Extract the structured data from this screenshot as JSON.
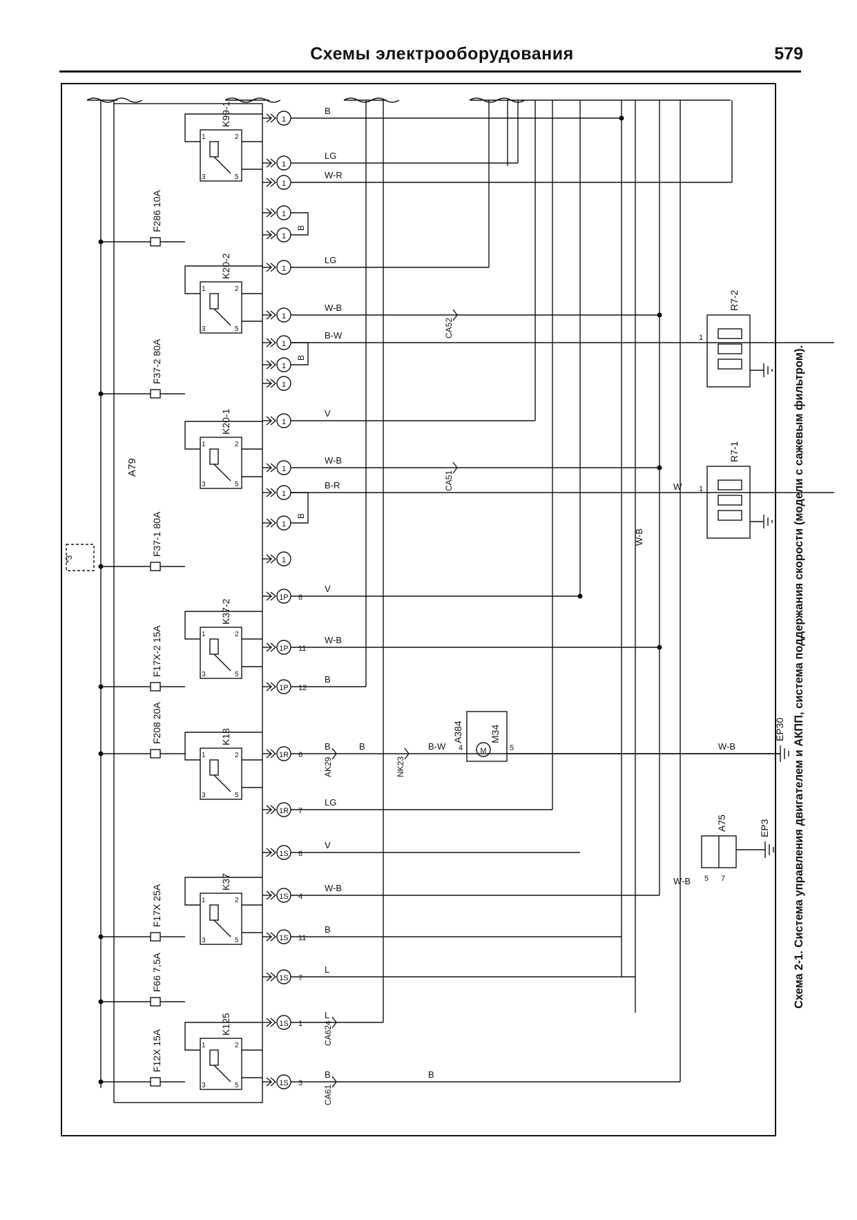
{
  "header": {
    "title": "Схемы электрооборудования",
    "page_number": "579"
  },
  "caption": "Схема 2-1. Система управления двигателем и АКПП, система поддержания скорости (модели с сажевым фильтром).",
  "block": {
    "label": "A79",
    "note": "*3"
  },
  "relays": [
    "K99-1",
    "K20-2",
    "K20-1",
    "K37-2",
    "K18",
    "K37",
    "K125"
  ],
  "relay_pins": {
    "p1": "1",
    "p2": "2",
    "p3": "3",
    "p5": "5"
  },
  "fuses": [
    "F286 10A",
    "F37-2 80A",
    "F37-1 80A",
    "F17X-2 15A",
    "F208 20A",
    "F17X 25A",
    "F66 7,5A",
    "F12X 15A"
  ],
  "connector_pins": [
    {
      "conn": "1",
      "pin": "",
      "wire": "B"
    },
    {
      "conn": "1",
      "pin": "",
      "wire": "LG"
    },
    {
      "conn": "1",
      "pin": "",
      "wire": "W-R"
    },
    {
      "conn": "1",
      "pin": "",
      "wire": ""
    },
    {
      "conn": "1",
      "pin": "",
      "wire": ""
    },
    {
      "conn": "1",
      "pin": "",
      "wire": "LG"
    },
    {
      "conn": "1",
      "pin": "",
      "wire": "W-B"
    },
    {
      "conn": "1",
      "pin": "",
      "wire": "B-W"
    },
    {
      "conn": "1",
      "pin": "",
      "wire": ""
    },
    {
      "conn": "1",
      "pin": "",
      "wire": ""
    },
    {
      "conn": "1",
      "pin": "",
      "wire": "V"
    },
    {
      "conn": "1",
      "pin": "",
      "wire": "W-B"
    },
    {
      "conn": "1",
      "pin": "",
      "wire": "B-R"
    },
    {
      "conn": "1",
      "pin": "",
      "wire": ""
    },
    {
      "conn": "1",
      "pin": "",
      "wire": ""
    },
    {
      "conn": "1P",
      "pin": "8",
      "wire": "V"
    },
    {
      "conn": "1P",
      "pin": "11",
      "wire": "W-B"
    },
    {
      "conn": "1P",
      "pin": "12",
      "wire": "B"
    },
    {
      "conn": "1R",
      "pin": "6",
      "wire": "B"
    },
    {
      "conn": "1R",
      "pin": "7",
      "wire": "LG"
    },
    {
      "conn": "1S",
      "pin": "8",
      "wire": "V"
    },
    {
      "conn": "1S",
      "pin": "4",
      "wire": "W-B"
    },
    {
      "conn": "1S",
      "pin": "11",
      "wire": "B"
    },
    {
      "conn": "1S",
      "pin": "7",
      "wire": "L"
    },
    {
      "conn": "1S",
      "pin": "1",
      "wire": "L"
    },
    {
      "conn": "1S",
      "pin": "3",
      "wire": "B"
    }
  ],
  "group_labels": [
    "B",
    "B",
    "B"
  ],
  "inline_connectors": [
    "CA5",
    "2",
    "CA5",
    "1",
    "AK2",
    "9",
    "NK2",
    "3",
    "CA6",
    "24",
    "CA6",
    "1"
  ],
  "extra_wires": [
    "B",
    "B-W",
    "B",
    "W",
    "W-B",
    "W-B",
    "W-B"
  ],
  "components": {
    "motor": {
      "label": "A384",
      "symbol": "M",
      "name": "M34",
      "pin_in": "4",
      "pin_out": "5"
    },
    "heater1": {
      "label": "R7-2",
      "pin": "1"
    },
    "heater2": {
      "label": "R7-1",
      "pin": "1"
    },
    "unit": {
      "label": "A75",
      "pin_a": "5",
      "pin_b": "7"
    },
    "ground1": "EP30",
    "ground2": "EP3"
  },
  "colors": {
    "ink": "#111111",
    "paper": "#ffffff"
  }
}
